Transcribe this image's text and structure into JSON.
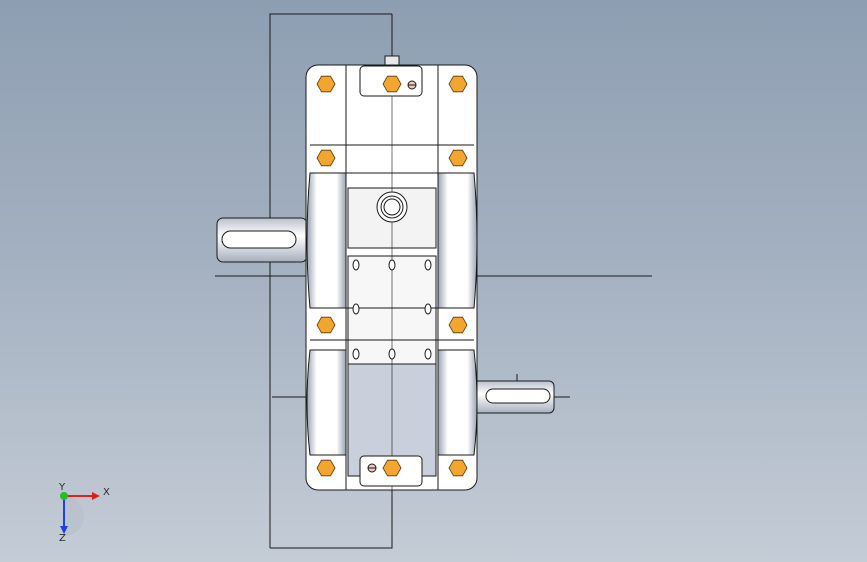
{
  "viewport": {
    "background_top": "#8e9eb2",
    "background_bottom": "#c4ccd6"
  },
  "model": {
    "housing_color": "#ffffff",
    "shaded_band_color": "#c9d0dc",
    "bolt_color": "#f2a630",
    "outline_color": "#1a1a1a",
    "bolt_count": 10
  },
  "triad": {
    "x_label": "X",
    "y_label": "Y",
    "z_label": "Z",
    "x_color": "#e02020",
    "y_color": "#20c020",
    "z_color": "#2040e0"
  }
}
